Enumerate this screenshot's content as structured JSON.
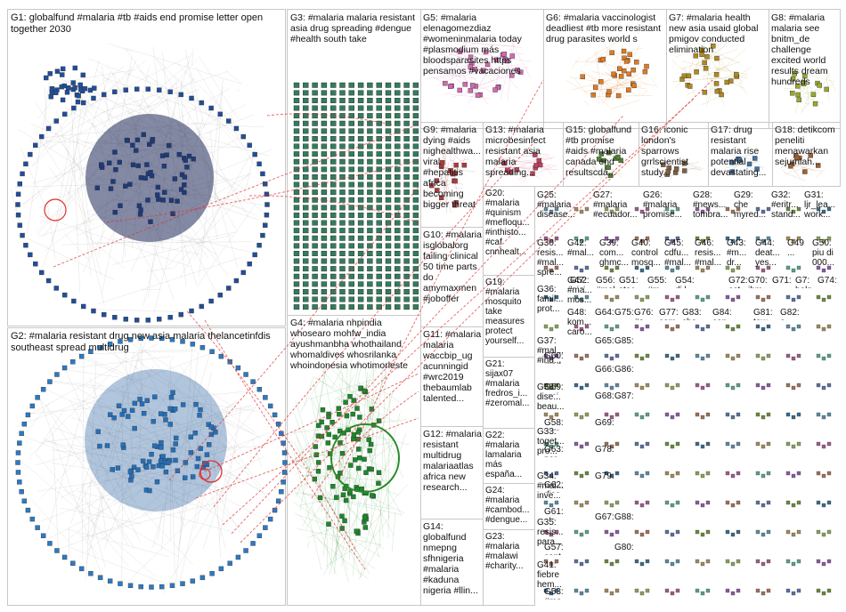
{
  "groups": [
    {
      "id": "G1",
      "label": "G1: globalfund #malaria #tb #aids end promise letter open together 2030",
      "color": "#1f4e9c"
    },
    {
      "id": "G2",
      "label": "G2: #malaria resistant drug new asia malaria thelancetinfdis southeast spread multidrug",
      "color": "#2a7bc6"
    },
    {
      "id": "G3",
      "label": "G3: #malaria malaria resistant asia drug spreading #dengue #health south take",
      "color": "#1c6e4a"
    },
    {
      "id": "G4",
      "label": "G4: #malaria nhpindia whosearo mohfw_india ayushmanbha whothailand whomaldives whosrilanka whoindonesia whotimorleste",
      "color": "#1a8a2a"
    },
    {
      "id": "G5",
      "label": "G5: #malaria elenagomezdiaz #womeninmalaria today #plasmodium más bloodsparasites https pensamos #vacaciones",
      "color": "#d26ab0"
    },
    {
      "id": "G6",
      "label": "G6: #malaria vaccinologist deadliest #tb more resistant drug parasites world s",
      "color": "#e07b20"
    },
    {
      "id": "G7",
      "label": "G7: #malaria health new asia usaid global pmigov conducted elimination",
      "color": "#b08a20"
    },
    {
      "id": "G8",
      "label": "G8: #malaria malaria see bnitm_de challenge excited world results dream hundreds",
      "color": "#9aa82a"
    },
    {
      "id": "G9",
      "label": "G9: #malaria dying #aids nighealthwa... viral #hepatitis africa becoming bigger threat",
      "color": "#b03a3a"
    },
    {
      "id": "G10",
      "label": "G10: #malaria isglobalorg failing clinical 50 time parts do amymaxmen #joboffer",
      "color": "#7a3fa0"
    },
    {
      "id": "G11",
      "label": "G11: #malaria malaria waccbip_ug acunningid #wrc2019 thebaumlab talented...",
      "color": "#2a8a8a"
    },
    {
      "id": "G12",
      "label": "G12: #malaria resistant multidrug malariaatlas africa new research...",
      "color": "#7a5a30"
    },
    {
      "id": "G13",
      "label": "G13: #malaria microbesinfect resistant asia malaria spreading...",
      "color": "#c04060"
    },
    {
      "id": "G14",
      "label": "G14: globalfund nmepng sfhnigeria #malaria #kaduna nigeria #llin...",
      "color": "#3060b0"
    },
    {
      "id": "G15",
      "label": "G15: globalfund #tb promise #aids #malaria canada end resultscda...",
      "color": "#508030"
    },
    {
      "id": "G16",
      "label": "G16: iconic london's sparrows grrlscientist study...",
      "color": "#806040"
    },
    {
      "id": "G17",
      "label": "G17: drug resistant malaria rise potential devastating...",
      "color": "#4070a0"
    },
    {
      "id": "G18",
      "label": "G18: detikcom peneliti menawarkan sejumlah...",
      "color": "#a06030"
    },
    {
      "id": "G19",
      "label": "G19: #malaria mosquito take measures protect yourself...",
      "color": "#3a9a5a"
    },
    {
      "id": "G20",
      "label": "G20: #malaria #quinism #mefloqu... #inthisto... #caf cnnhealt...",
      "color": "#9a3a7a"
    },
    {
      "id": "G21",
      "label": "G21: sijax07 #malaria fredros_i... #zeromal...",
      "color": "#5a5aa0"
    },
    {
      "id": "G22",
      "label": "G22: #malaria lamalaria más españa...",
      "color": "#a05a5a"
    },
    {
      "id": "G23",
      "label": "G23: #malaria #malawi #charity...",
      "color": "#5aa05a"
    },
    {
      "id": "G24",
      "label": "G24: #malaria #cambod... #dengue...",
      "color": "#a0a05a"
    },
    {
      "id": "G25",
      "label": "G25: #malaria disease...",
      "color": "#5a7ab0"
    },
    {
      "id": "G26",
      "label": "G26: #malaria promise...",
      "color": "#7a5ab0"
    },
    {
      "id": "G27",
      "label": "G27: #malaria #ecuador...",
      "color": "#b07a5a"
    },
    {
      "id": "G28",
      "label": "G28: #news... tombra...",
      "color": "#5ab07a"
    },
    {
      "id": "G29",
      "label": "G29: che myred...",
      "color": "#b05a8a"
    },
    {
      "id": "G30",
      "label": "G30: resis... #mal... spre...",
      "color": "#6a8a3a"
    },
    {
      "id": "G31",
      "label": "G31: ljr_lea... work...",
      "color": "#3a6a8a"
    },
    {
      "id": "G32",
      "label": "G32: #eritr... stand...",
      "color": "#8a3a6a"
    },
    {
      "id": "G33",
      "label": "G33: toget... pro...",
      "color": "#3a8a6a"
    },
    {
      "id": "G34",
      "label": "G34: #mal... inve...",
      "color": "#8a6a3a"
    },
    {
      "id": "G35",
      "label": "G35: resis... para...",
      "color": "#6a3a8a"
    },
    {
      "id": "G36",
      "label": "G36: famil... prot...",
      "color": "#3a3a8a"
    },
    {
      "id": "G37",
      "label": "G37: #mal... #ind...",
      "color": "#8a3a3a"
    },
    {
      "id": "G38",
      "label": "G38: dise... beau...",
      "color": "#3a8a3a"
    },
    {
      "id": "G39",
      "label": "G39: com... ghmc...",
      "color": "#6a6a3a"
    },
    {
      "id": "G40",
      "label": "G40: control mosq...",
      "color": "#3a6a6a"
    },
    {
      "id": "G41",
      "label": "G41: fiebre hem...",
      "color": "#6a3a6a"
    },
    {
      "id": "G42",
      "label": "G42: #mal...",
      "color": "#5a8aa0"
    },
    {
      "id": "G43",
      "label": "G43: #m... dr...",
      "color": "#a08a5a"
    },
    {
      "id": "G44",
      "label": "G44: deat... yes...",
      "color": "#8aa05a"
    },
    {
      "id": "G45",
      "label": "G45: cdfu... #mal...",
      "color": "#a05a8a"
    },
    {
      "id": "G46",
      "label": "G46: resis... #mal...",
      "color": "#5aa08a"
    },
    {
      "id": "G47",
      "label": "G47: #ma... mos...",
      "color": "#8a5aa0"
    },
    {
      "id": "G48",
      "label": "G48: kom... caro...",
      "color": "#a0705a"
    },
    {
      "id": "G49",
      "label": "G49 ...",
      "color": "#5a70a0"
    }
  ],
  "grid_labels": [
    {
      "id": "G50",
      "label": "G50: piu di 000..."
    },
    {
      "id": "G51",
      "label": "G51: stoc..."
    },
    {
      "id": "G52",
      "label": "G52: inici..."
    },
    {
      "id": "G53",
      "label": "G53: #ma..."
    },
    {
      "id": "G54",
      "label": "G54: di l..."
    },
    {
      "id": "G55",
      "label": "G55: #m..."
    },
    {
      "id": "G56",
      "label": "G56: #mal..."
    },
    {
      "id": "G57",
      "label": "G57: cont..."
    },
    {
      "id": "G58",
      "label": "G58: wes..."
    },
    {
      "id": "G59",
      "label": "G59: resi..."
    },
    {
      "id": "G60",
      "label": "G60: #ind..."
    },
    {
      "id": "G61",
      "label": "G61: pls..."
    },
    {
      "id": "G62",
      "label": "G62: disa..."
    },
    {
      "id": "G63",
      "label": "G63: par..."
    },
    {
      "id": "G64",
      "label": "G64: ..."
    },
    {
      "id": "G65",
      "label": "G65: ..."
    },
    {
      "id": "G66",
      "label": "G66: ..."
    },
    {
      "id": "G67",
      "label": "G67: ..."
    },
    {
      "id": "G68",
      "label": "G68: ..."
    },
    {
      "id": "G69",
      "label": "G69: ..."
    },
    {
      "id": "G70",
      "label": "G70: ihm..."
    },
    {
      "id": "G71",
      "label": "G71: ..."
    },
    {
      "id": "G72",
      "label": "G72: est..."
    },
    {
      "id": "G73",
      "label": "G7: help"
    },
    {
      "id": "G74",
      "label": "G74: ..."
    },
    {
      "id": "G75",
      "label": "G75: ..."
    },
    {
      "id": "G76",
      "label": "G76: #e..."
    },
    {
      "id": "G77",
      "label": "G77: com..."
    },
    {
      "id": "G78",
      "label": "G78: ..."
    },
    {
      "id": "G79",
      "label": "G79: ..."
    },
    {
      "id": "G80",
      "label": "G80: ..."
    },
    {
      "id": "G81",
      "label": "G81: tow..."
    },
    {
      "id": "G82",
      "label": "G82: e..."
    },
    {
      "id": "G83",
      "label": "G83: che..."
    },
    {
      "id": "G84",
      "label": "G84: con..."
    },
    {
      "id": "G85",
      "label": "G85: ..."
    },
    {
      "id": "G86",
      "label": "G86: ..."
    },
    {
      "id": "G87",
      "label": "G87: ..."
    },
    {
      "id": "G88",
      "label": "G88: ..."
    }
  ],
  "colors": {
    "background": "#ffffff",
    "panel_border": "#c8c8c8",
    "edge_gray": "#9a9a9a",
    "edge_red": "#e03030",
    "g1_node": "#1f4e9c",
    "g2_node": "#2a7bc6",
    "g3_node": "#1c6e4a",
    "g4_node": "#1a8a2a"
  }
}
